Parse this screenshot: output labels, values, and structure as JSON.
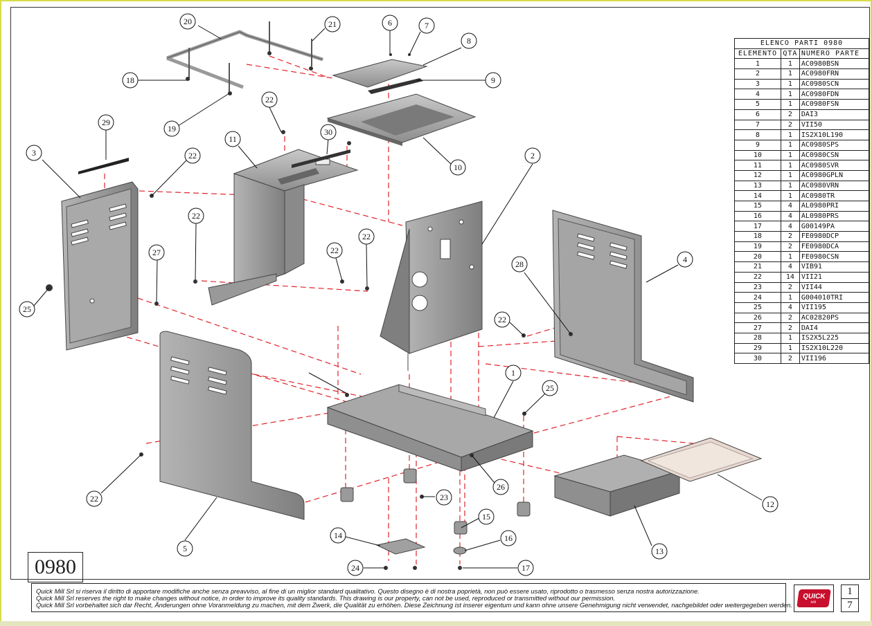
{
  "model_number": "0980",
  "table": {
    "title": "ELENCO PARTI 0980",
    "headers": [
      "ELEMENTO",
      "QTA",
      "NUMERO PARTE"
    ],
    "rows": [
      [
        "1",
        "1",
        "AC0980BSN"
      ],
      [
        "2",
        "1",
        "AC0980FRN"
      ],
      [
        "3",
        "1",
        "AC0980SCN"
      ],
      [
        "4",
        "1",
        "AC0980FDN"
      ],
      [
        "5",
        "1",
        "AC0980FSN"
      ],
      [
        "6",
        "2",
        "DAI3"
      ],
      [
        "7",
        "2",
        "VII50"
      ],
      [
        "8",
        "1",
        "IS2X10L190"
      ],
      [
        "9",
        "1",
        "AC0980SPS"
      ],
      [
        "10",
        "1",
        "AC0980CSN"
      ],
      [
        "11",
        "1",
        "AC0980SVR"
      ],
      [
        "12",
        "1",
        "AC0980GPLN"
      ],
      [
        "13",
        "1",
        "AC0980VRN"
      ],
      [
        "14",
        "1",
        "AC0980TR"
      ],
      [
        "15",
        "4",
        "AL0980PRI"
      ],
      [
        "16",
        "4",
        "AL0980PRS"
      ],
      [
        "17",
        "4",
        "G00149PA"
      ],
      [
        "18",
        "2",
        "FE0980DCP"
      ],
      [
        "19",
        "2",
        "FE0980DCA"
      ],
      [
        "20",
        "1",
        "FE0980CSN"
      ],
      [
        "21",
        "4",
        "VIB91"
      ],
      [
        "22",
        "14",
        "VII21"
      ],
      [
        "23",
        "2",
        "VII44"
      ],
      [
        "24",
        "1",
        "G004010TRI"
      ],
      [
        "25",
        "4",
        "VII195"
      ],
      [
        "26",
        "2",
        "AC02820PS"
      ],
      [
        "27",
        "2",
        "DAI4"
      ],
      [
        "28",
        "1",
        "IS2X5L225"
      ],
      [
        "29",
        "1",
        "IS2X10L220"
      ],
      [
        "30",
        "2",
        "VII196"
      ]
    ]
  },
  "callouts": [
    "1",
    "2",
    "3",
    "4",
    "5",
    "6",
    "7",
    "8",
    "9",
    "10",
    "11",
    "12",
    "13",
    "14",
    "15",
    "16",
    "17",
    "18",
    "19",
    "20",
    "21",
    "22",
    "22",
    "22",
    "22",
    "22",
    "22",
    "22",
    "23",
    "24",
    "25",
    "25",
    "26",
    "27",
    "28",
    "29",
    "30"
  ],
  "footer": {
    "line1": "Quick Mill Srl si riserva il diritto di apportare modifiche anche senza preavviso, al fine di un miglior standard qualitativo. Questo disegno è di nostra poprietà, non può essere usato, riprodotto o trasmesso senza nostra autorizzazione.",
    "line2": "Quick Mill Srl reserves the right to make changes without notice, in order to improve its quality standards. This drawing is our property, can not be used, reproduced or transmitted without our permission.",
    "line3": "Quick Mill Srl vorbehaltet sich dar Recht, Änderungen ohne Voranmeldung zu machen, mit dem Zwerk, die Qualität zu erhöhen. Diese Zeichnung ist inserer eigentum und kann ohne unsere Genehmigung nicht verwendet, nachgebildet oder weitergegeben werden."
  },
  "logo": {
    "name": "QUICK",
    "sub": "Mill",
    "color": "#c8102e"
  },
  "sheet": {
    "current": "1",
    "total": "7"
  },
  "colors": {
    "part_fill": "#9a9a9a",
    "part_dark": "#6e6e6e",
    "explode_line": "#e0242a",
    "frame": "#d8dc4a"
  }
}
